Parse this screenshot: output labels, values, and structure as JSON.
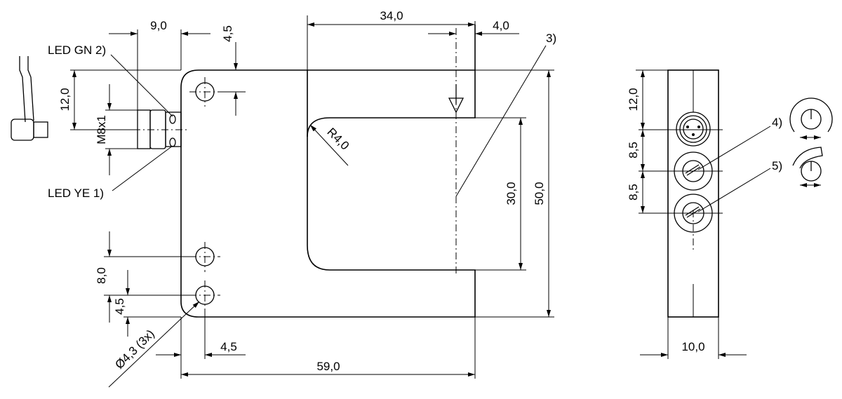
{
  "dimensions": {
    "d_9_0": "9,0",
    "d_4_5_top": "4,5",
    "d_34_0": "34,0",
    "d_4_0": "4,0",
    "d_12_0_left": "12,0",
    "d_m8x1": "M8x1",
    "d_r4_0": "R4,0",
    "d_30_0": "30,0",
    "d_50_0": "50,0",
    "d_8_0": "8,0",
    "d_4_5_left": "4,5",
    "d_4_5_bottom": "4,5",
    "d_59_0": "59,0",
    "d_hole": "Ø4,3 (3x)",
    "d_12_0_side": "12,0",
    "d_8_5_a": "8,5",
    "d_8_5_b": "8,5",
    "d_10_0": "10,0"
  },
  "labels": {
    "led_gn": "LED GN 2)",
    "led_ye": "LED YE 1)",
    "ref_3": "3)",
    "ref_4": "4)",
    "ref_5": "5)"
  }
}
